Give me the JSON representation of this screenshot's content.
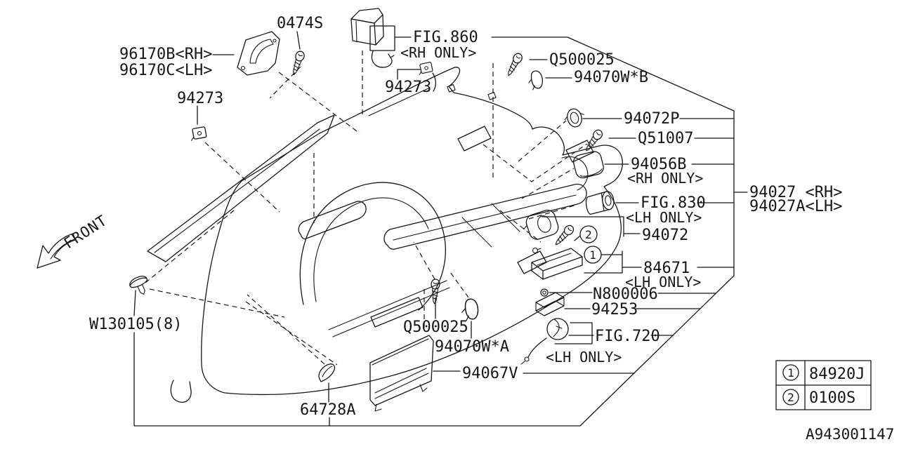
{
  "diagram": {
    "id": "A943001147",
    "front_label": "FRONT",
    "labels": {
      "p0474s": "0474S",
      "p96170b": "96170B<RH>",
      "p96170c": "96170C<LH>",
      "p94273_left": "94273",
      "p94273_top": "94273",
      "fig860": "FIG.860",
      "fig860_note": "<RH ONLY>",
      "q500025_top": "Q500025",
      "p94070wb": "94070W*B",
      "p94072p": "94072P",
      "q51007": "Q51007",
      "p94056b": "94056B",
      "p94056b_note": "<RH ONLY>",
      "fig830": "FIG.830",
      "fig830_note": "<LH ONLY>",
      "p94027_rh": "94027 <RH>",
      "p94027a_lh": "94027A<LH>",
      "p94072": "94072",
      "p84671": "84671",
      "p84671_note": "<LH ONLY>",
      "n800006": "N800006",
      "p94253": "94253",
      "fig720": "FIG.720",
      "fig720_note": "<LH ONLY>",
      "q500025_bottom": "Q500025",
      "p94070wa": "94070W*A",
      "p94067v": "94067V",
      "p64728a": "64728A",
      "w130105": "W130105(8)",
      "callout_1": "1",
      "callout_2": "2"
    },
    "legend": {
      "rows": [
        {
          "num": "1",
          "part": "84920J"
        },
        {
          "num": "2",
          "part": "0100S"
        }
      ]
    }
  }
}
